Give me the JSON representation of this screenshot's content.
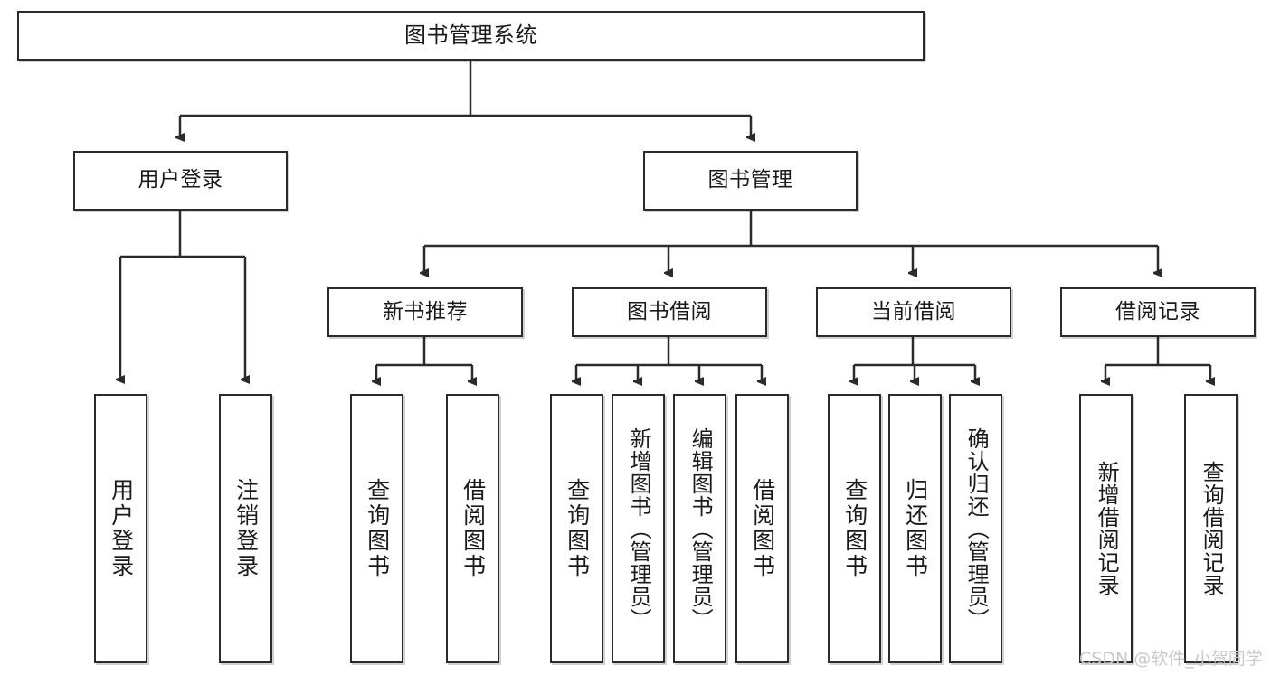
{
  "diagram": {
    "title": "图书管理系统",
    "watermark": "CSDN @软件_小贺同学",
    "type": "tree-hierarchy-diagram",
    "colors": {
      "node_border": "#2b2b2b",
      "node_fill": "#ffffff",
      "edge": "#2b2b2b",
      "text": "#1a1a1a",
      "watermark": "#c9c9c9"
    },
    "root": {
      "label": "图书管理系统"
    },
    "level1": [
      {
        "label": "用户登录"
      },
      {
        "label": "图书管理"
      }
    ],
    "level2": [
      {
        "label": "新书推荐"
      },
      {
        "label": "图书借阅"
      },
      {
        "label": "当前借阅"
      },
      {
        "label": "借阅记录"
      }
    ],
    "leaves": {
      "user_login": [
        {
          "label": "用户登录"
        },
        {
          "label": "注销登录"
        }
      ],
      "new_book_recommend": [
        {
          "label": "查询图书"
        },
        {
          "label": "借阅图书"
        }
      ],
      "book_borrow": [
        {
          "label": "查询图书"
        },
        {
          "label": "新增图书（管理员）"
        },
        {
          "label": "编辑图书（管理员）"
        },
        {
          "label": "借阅图书"
        }
      ],
      "current_borrow": [
        {
          "label": "查询图书"
        },
        {
          "label": "归还图书"
        },
        {
          "label": "确认归还（管理员）"
        }
      ],
      "borrow_record": [
        {
          "label": "新增借阅记录"
        },
        {
          "label": "查询借阅记录"
        }
      ]
    }
  }
}
